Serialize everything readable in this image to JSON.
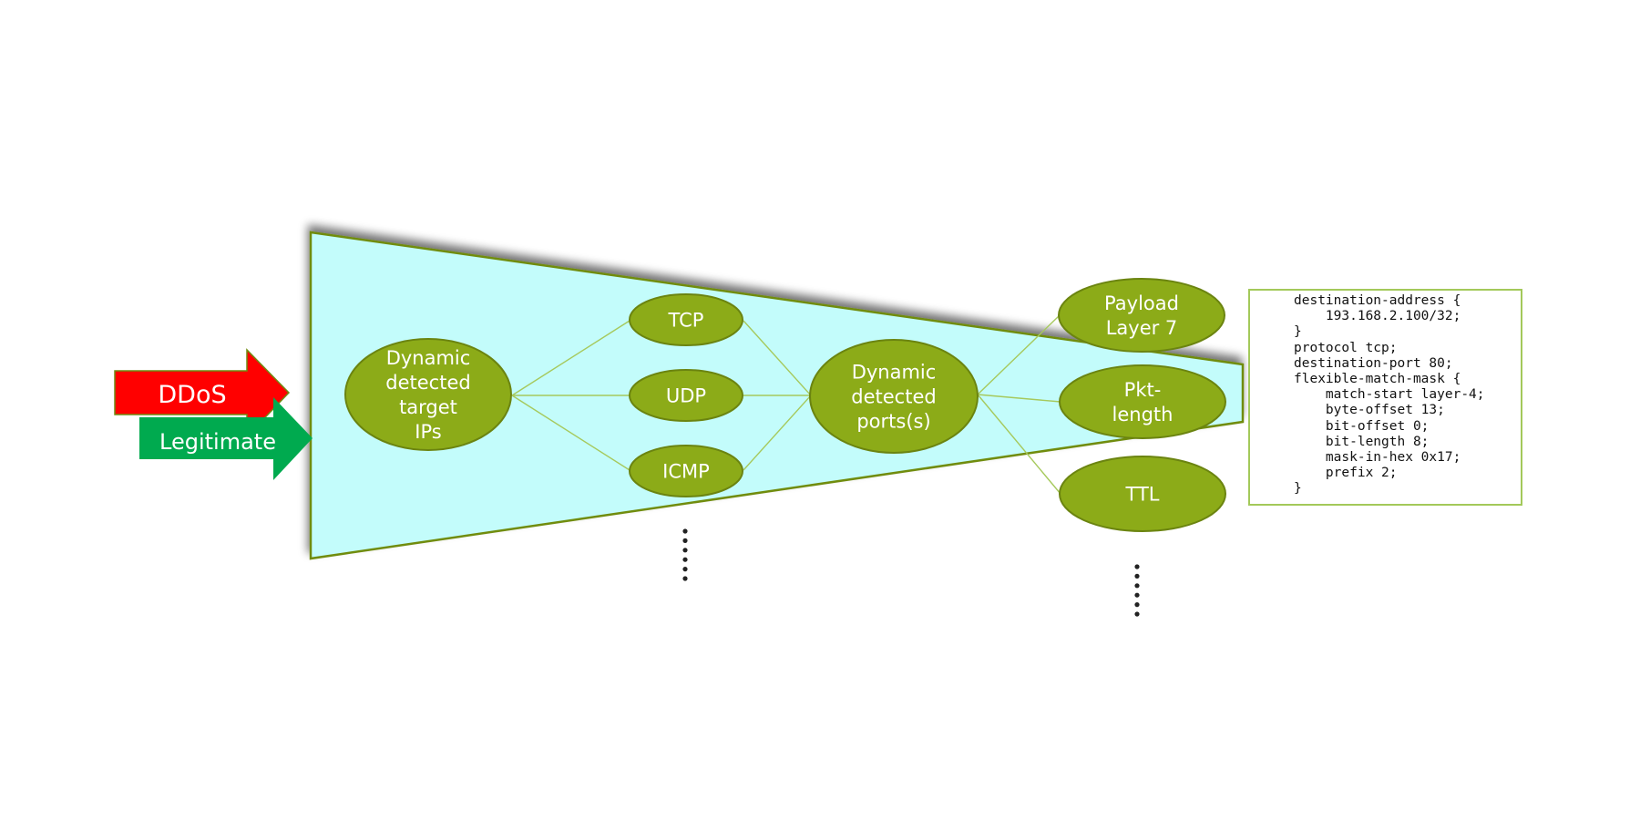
{
  "colors": {
    "funnel_fill": "#c3fcfb",
    "funnel_stroke": "#6f8c10",
    "node_fill": "#8cab18",
    "node_stroke": "#6b8410",
    "connector": "#a6c95c",
    "ddos_arrow": "#ff0000",
    "legit_arrow": "#00aa4f",
    "code_border": "#a3c95a"
  },
  "arrows": {
    "ddos": "DDoS",
    "legitimate": "Legitimate"
  },
  "nodes": {
    "target_ips": [
      "Dynamic",
      "detected",
      "target",
      "IPs"
    ],
    "tcp": [
      "TCP"
    ],
    "udp": [
      "UDP"
    ],
    "icmp": [
      "ICMP"
    ],
    "ports": [
      "Dynamic",
      "detected",
      "ports(s)"
    ],
    "payload": [
      "Payload",
      "Layer 7"
    ],
    "pkt_length": [
      "Pkt-",
      "length"
    ],
    "ttl": [
      "TTL"
    ]
  },
  "ellipsis_markers": {
    "protocol_column": "......",
    "attribute_column": "......"
  },
  "code_snippet": "destination-address {\n    193.168.2.100/32;\n}\nprotocol tcp;\ndestination-port 80;\nflexible-match-mask {\n    match-start layer-4;\n    byte-offset 13;\n    bit-offset 0;\n    bit-length 8;\n    mask-in-hex 0x17;\n    prefix 2;\n}"
}
